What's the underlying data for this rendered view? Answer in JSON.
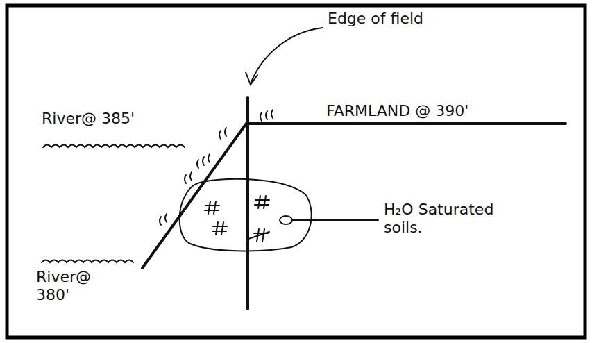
{
  "diagram": {
    "labels": [
      "Edge of field",
      "FARMLAND @ 390'",
      "River@ 385'",
      "River@ 380'",
      "H₂O Saturated soils."
    ]
  }
}
